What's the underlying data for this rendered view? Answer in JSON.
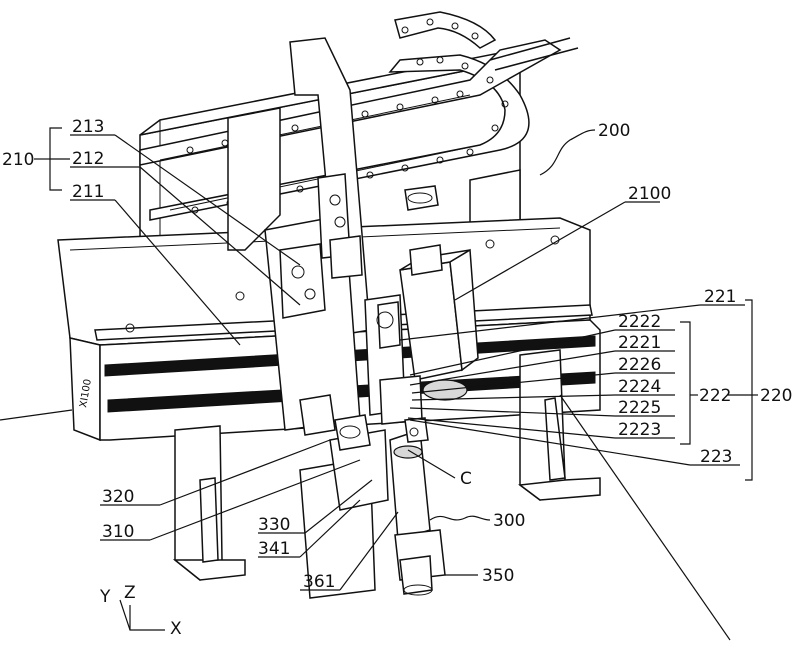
{
  "labels": {
    "l200": "200",
    "l210": "210",
    "l211": "211",
    "l212": "212",
    "l213": "213",
    "l2100": "2100",
    "l220": "220",
    "l221": "221",
    "l222": "222",
    "l2221": "2221",
    "l2222": "2222",
    "l2223": "2223",
    "l2224": "2224",
    "l2225": "2225",
    "l2226": "2226",
    "l223": "223",
    "l300": "300",
    "l310": "310",
    "l320": "320",
    "l330": "330",
    "l341": "341",
    "l350": "350",
    "l361": "361",
    "lC": "C"
  },
  "axes": {
    "x": "X",
    "y": "Y",
    "z": "Z"
  },
  "plate_text": "XI100"
}
